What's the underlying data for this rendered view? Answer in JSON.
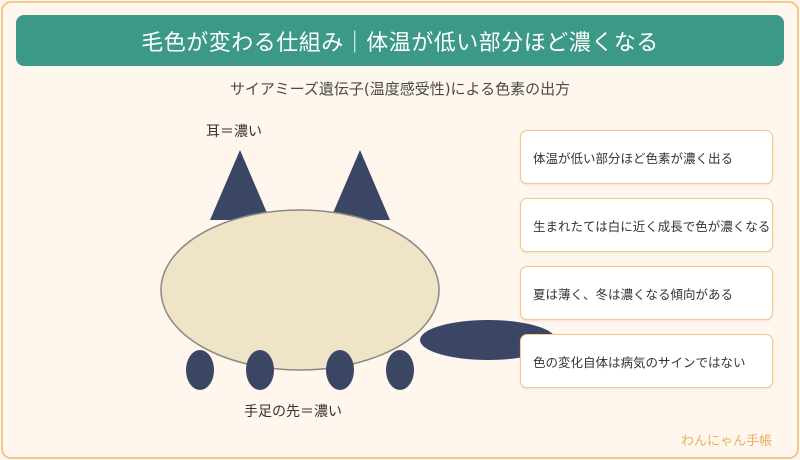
{
  "header": {
    "title": "毛色が変わる仕組み｜体温が低い部分ほど濃くなる"
  },
  "subtitle": "サイアミーズ遺伝子(温度感受性)による色素の出方",
  "labels": {
    "ears": "耳＝濃い",
    "feet": "手足の先＝濃い"
  },
  "cards": [
    {
      "text": "体温が低い部分ほど色素が濃く出る"
    },
    {
      "text": "生まれたては白に近く成長で色が濃くなる"
    },
    {
      "text": "夏は薄く、冬は濃くなる傾向がある"
    },
    {
      "text": "色の変化自体は病気のサインではない"
    }
  ],
  "brand": "わんにゃん手帳",
  "colors": {
    "banner": "#3d9987",
    "point": "#3a4664",
    "body": "#f0e4c8",
    "border": "#f0c890",
    "brand_text": "#e8b060"
  }
}
